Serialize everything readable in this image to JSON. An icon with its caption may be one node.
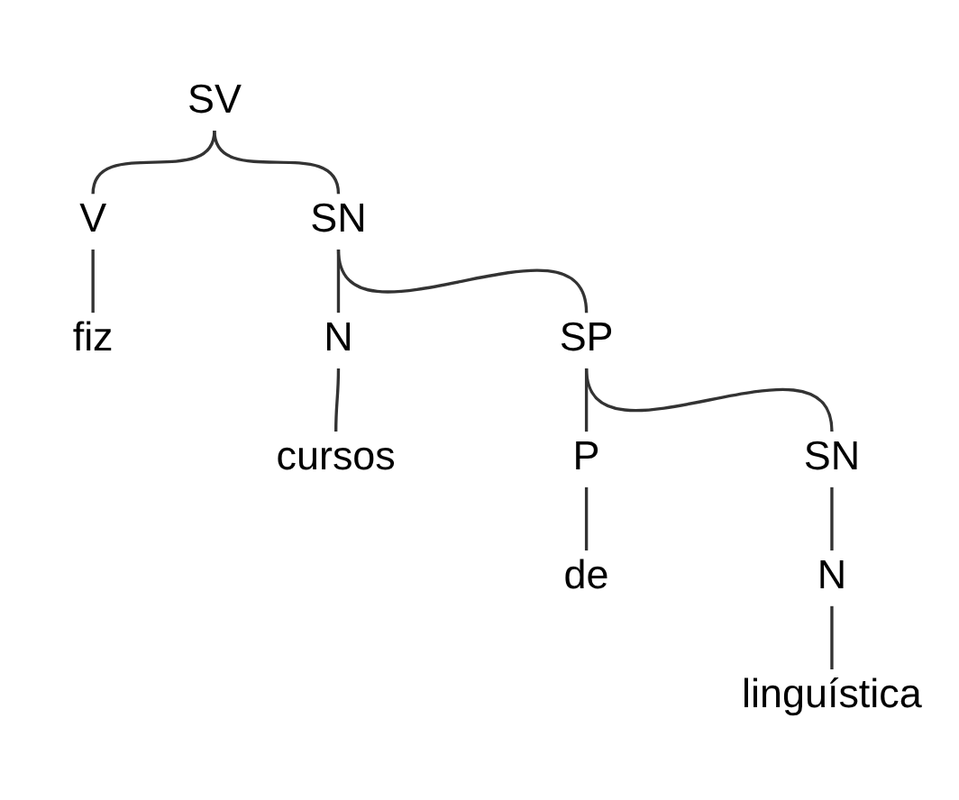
{
  "diagram": {
    "nodes": [
      {
        "text": [
          "SV"
        ]
      },
      {
        "text": [
          "V"
        ]
      },
      {
        "text": [
          "SN"
        ]
      },
      {
        "text": [
          "fiz"
        ]
      },
      {
        "text": [
          "N"
        ]
      },
      {
        "text": [
          "SP"
        ]
      },
      {
        "text": [
          "cursos"
        ]
      },
      {
        "text": [
          "P"
        ]
      },
      {
        "text": [
          "SN"
        ]
      },
      {
        "text": [
          "de"
        ]
      },
      {
        "text": [
          "N"
        ]
      },
      {
        "text": [
          "linguística"
        ]
      }
    ],
    "edges": [
      {
        "from": 0,
        "to": 1,
        "arrow": "none"
      },
      {
        "from": 0,
        "to": 2,
        "arrow": "none"
      },
      {
        "from": 1,
        "to": 3,
        "arrow": "none"
      },
      {
        "from": 2,
        "to": 4,
        "arrow": "none"
      },
      {
        "from": 2,
        "to": 5,
        "arrow": "none"
      },
      {
        "from": 4,
        "to": 6,
        "arrow": "none"
      },
      {
        "from": 5,
        "to": 7,
        "arrow": "none"
      },
      {
        "from": 5,
        "to": 8,
        "arrow": "none"
      },
      {
        "from": 7,
        "to": 9,
        "arrow": "none"
      },
      {
        "from": 8,
        "to": 10,
        "arrow": "none"
      },
      {
        "from": 10,
        "to": 11,
        "arrow": "none"
      }
    ]
  }
}
